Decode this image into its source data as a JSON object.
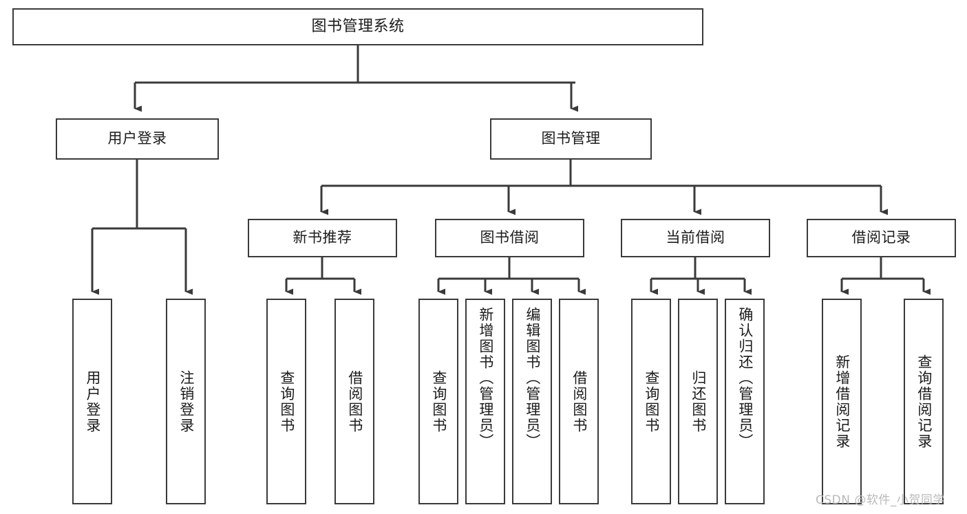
{
  "diagram": {
    "title": "图书管理系统",
    "type": "tree",
    "orientation": "top-down",
    "line_color": "#3a3a3a",
    "box_border_color": "#3a3a3a",
    "box_fill_color": "#ffffff",
    "text_color": "#1b1b1b",
    "root": {
      "label": "图书管理系统"
    },
    "level2": [
      {
        "label": "用户登录"
      },
      {
        "label": "图书管理"
      }
    ],
    "level3": [
      {
        "label": "新书推荐"
      },
      {
        "label": "图书借阅"
      },
      {
        "label": "当前借阅"
      },
      {
        "label": "借阅记录"
      }
    ],
    "leaves": {
      "user_login": [
        {
          "label": "用户登录"
        },
        {
          "label": "注销登录"
        }
      ],
      "new_book_recommend": [
        {
          "label": "查询图书"
        },
        {
          "label": "借阅图书"
        }
      ],
      "book_borrow": [
        {
          "label": "查询图书"
        },
        {
          "label": "新增图书（管理员）"
        },
        {
          "label": "编辑图书（管理员）"
        },
        {
          "label": "借阅图书"
        }
      ],
      "current_borrow": [
        {
          "label": "查询图书"
        },
        {
          "label": "归还图书"
        },
        {
          "label": "确认归还（管理员）"
        }
      ],
      "borrow_records": [
        {
          "label": "新增借阅记录"
        },
        {
          "label": "查询借阅记录"
        }
      ]
    }
  },
  "watermark": {
    "text": "CSDN @软件_小贺同学"
  }
}
